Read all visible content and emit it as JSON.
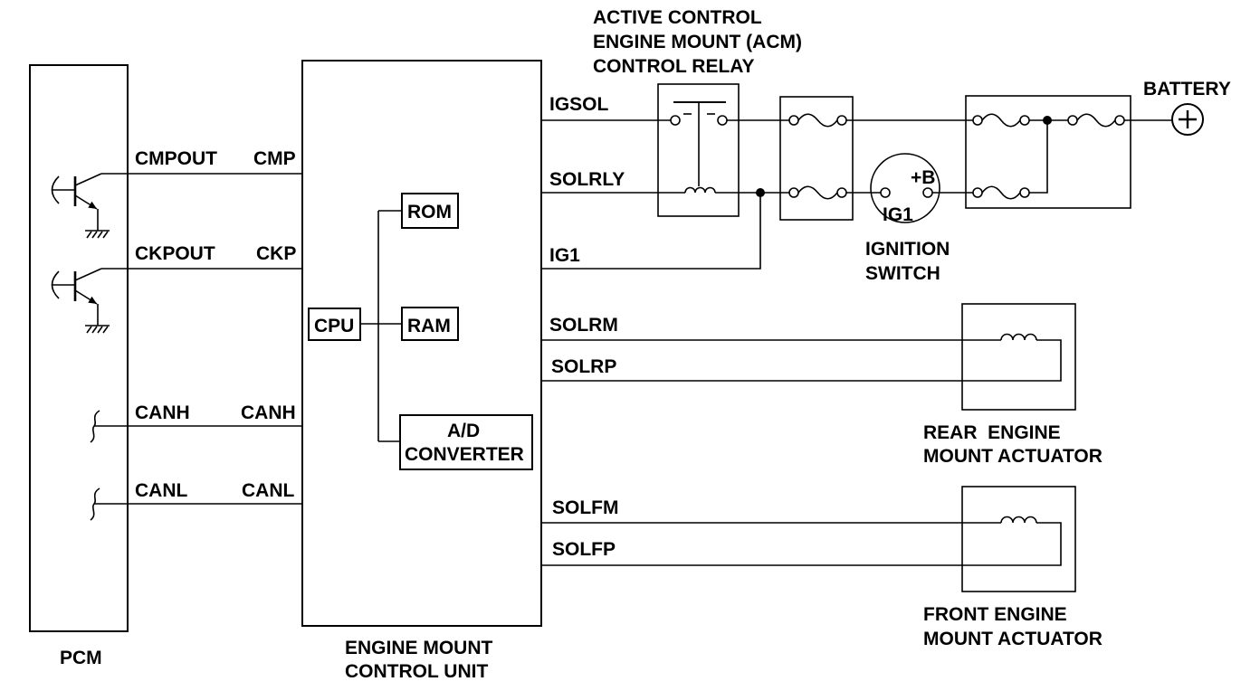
{
  "relay": {
    "title": [
      "ACTIVE CONTROL",
      "ENGINE MOUNT (ACM)",
      "CONTROL RELAY"
    ]
  },
  "battery": {
    "label": "BATTERY"
  },
  "pcm": {
    "label": "PCM",
    "pins": {
      "cmpout": "CMPOUT",
      "ckpout": "CKPOUT",
      "canh": "CANH",
      "canl": "CANL"
    }
  },
  "control_unit": {
    "label": [
      "ENGINE MOUNT",
      "CONTROL UNIT"
    ],
    "inputs": {
      "cmp": "CMP",
      "ckp": "CKP",
      "canh": "CANH",
      "canl": "CANL"
    },
    "outputs": {
      "igsol": "IGSOL",
      "solrly": "SOLRLY",
      "ig1": "IG1",
      "solrm": "SOLRM",
      "solrp": "SOLRP",
      "solfm": "SOLFM",
      "solfp": "SOLFP"
    },
    "blocks": {
      "cpu": "CPU",
      "rom": "ROM",
      "ram": "RAM",
      "ad_converter": [
        "A/D",
        "CONVERTER"
      ]
    }
  },
  "ignition_switch": {
    "label": [
      "IGNITION",
      "SWITCH"
    ],
    "terminals": {
      "plus_b": "+B",
      "ig1": "IG1"
    }
  },
  "rear_actuator": {
    "label": [
      "REAR  ENGINE",
      "MOUNT ACTUATOR"
    ]
  },
  "front_actuator": {
    "label": [
      "FRONT ENGINE",
      "MOUNT ACTUATOR"
    ]
  },
  "colors": {
    "ink": "#000000",
    "background": "#ffffff"
  }
}
